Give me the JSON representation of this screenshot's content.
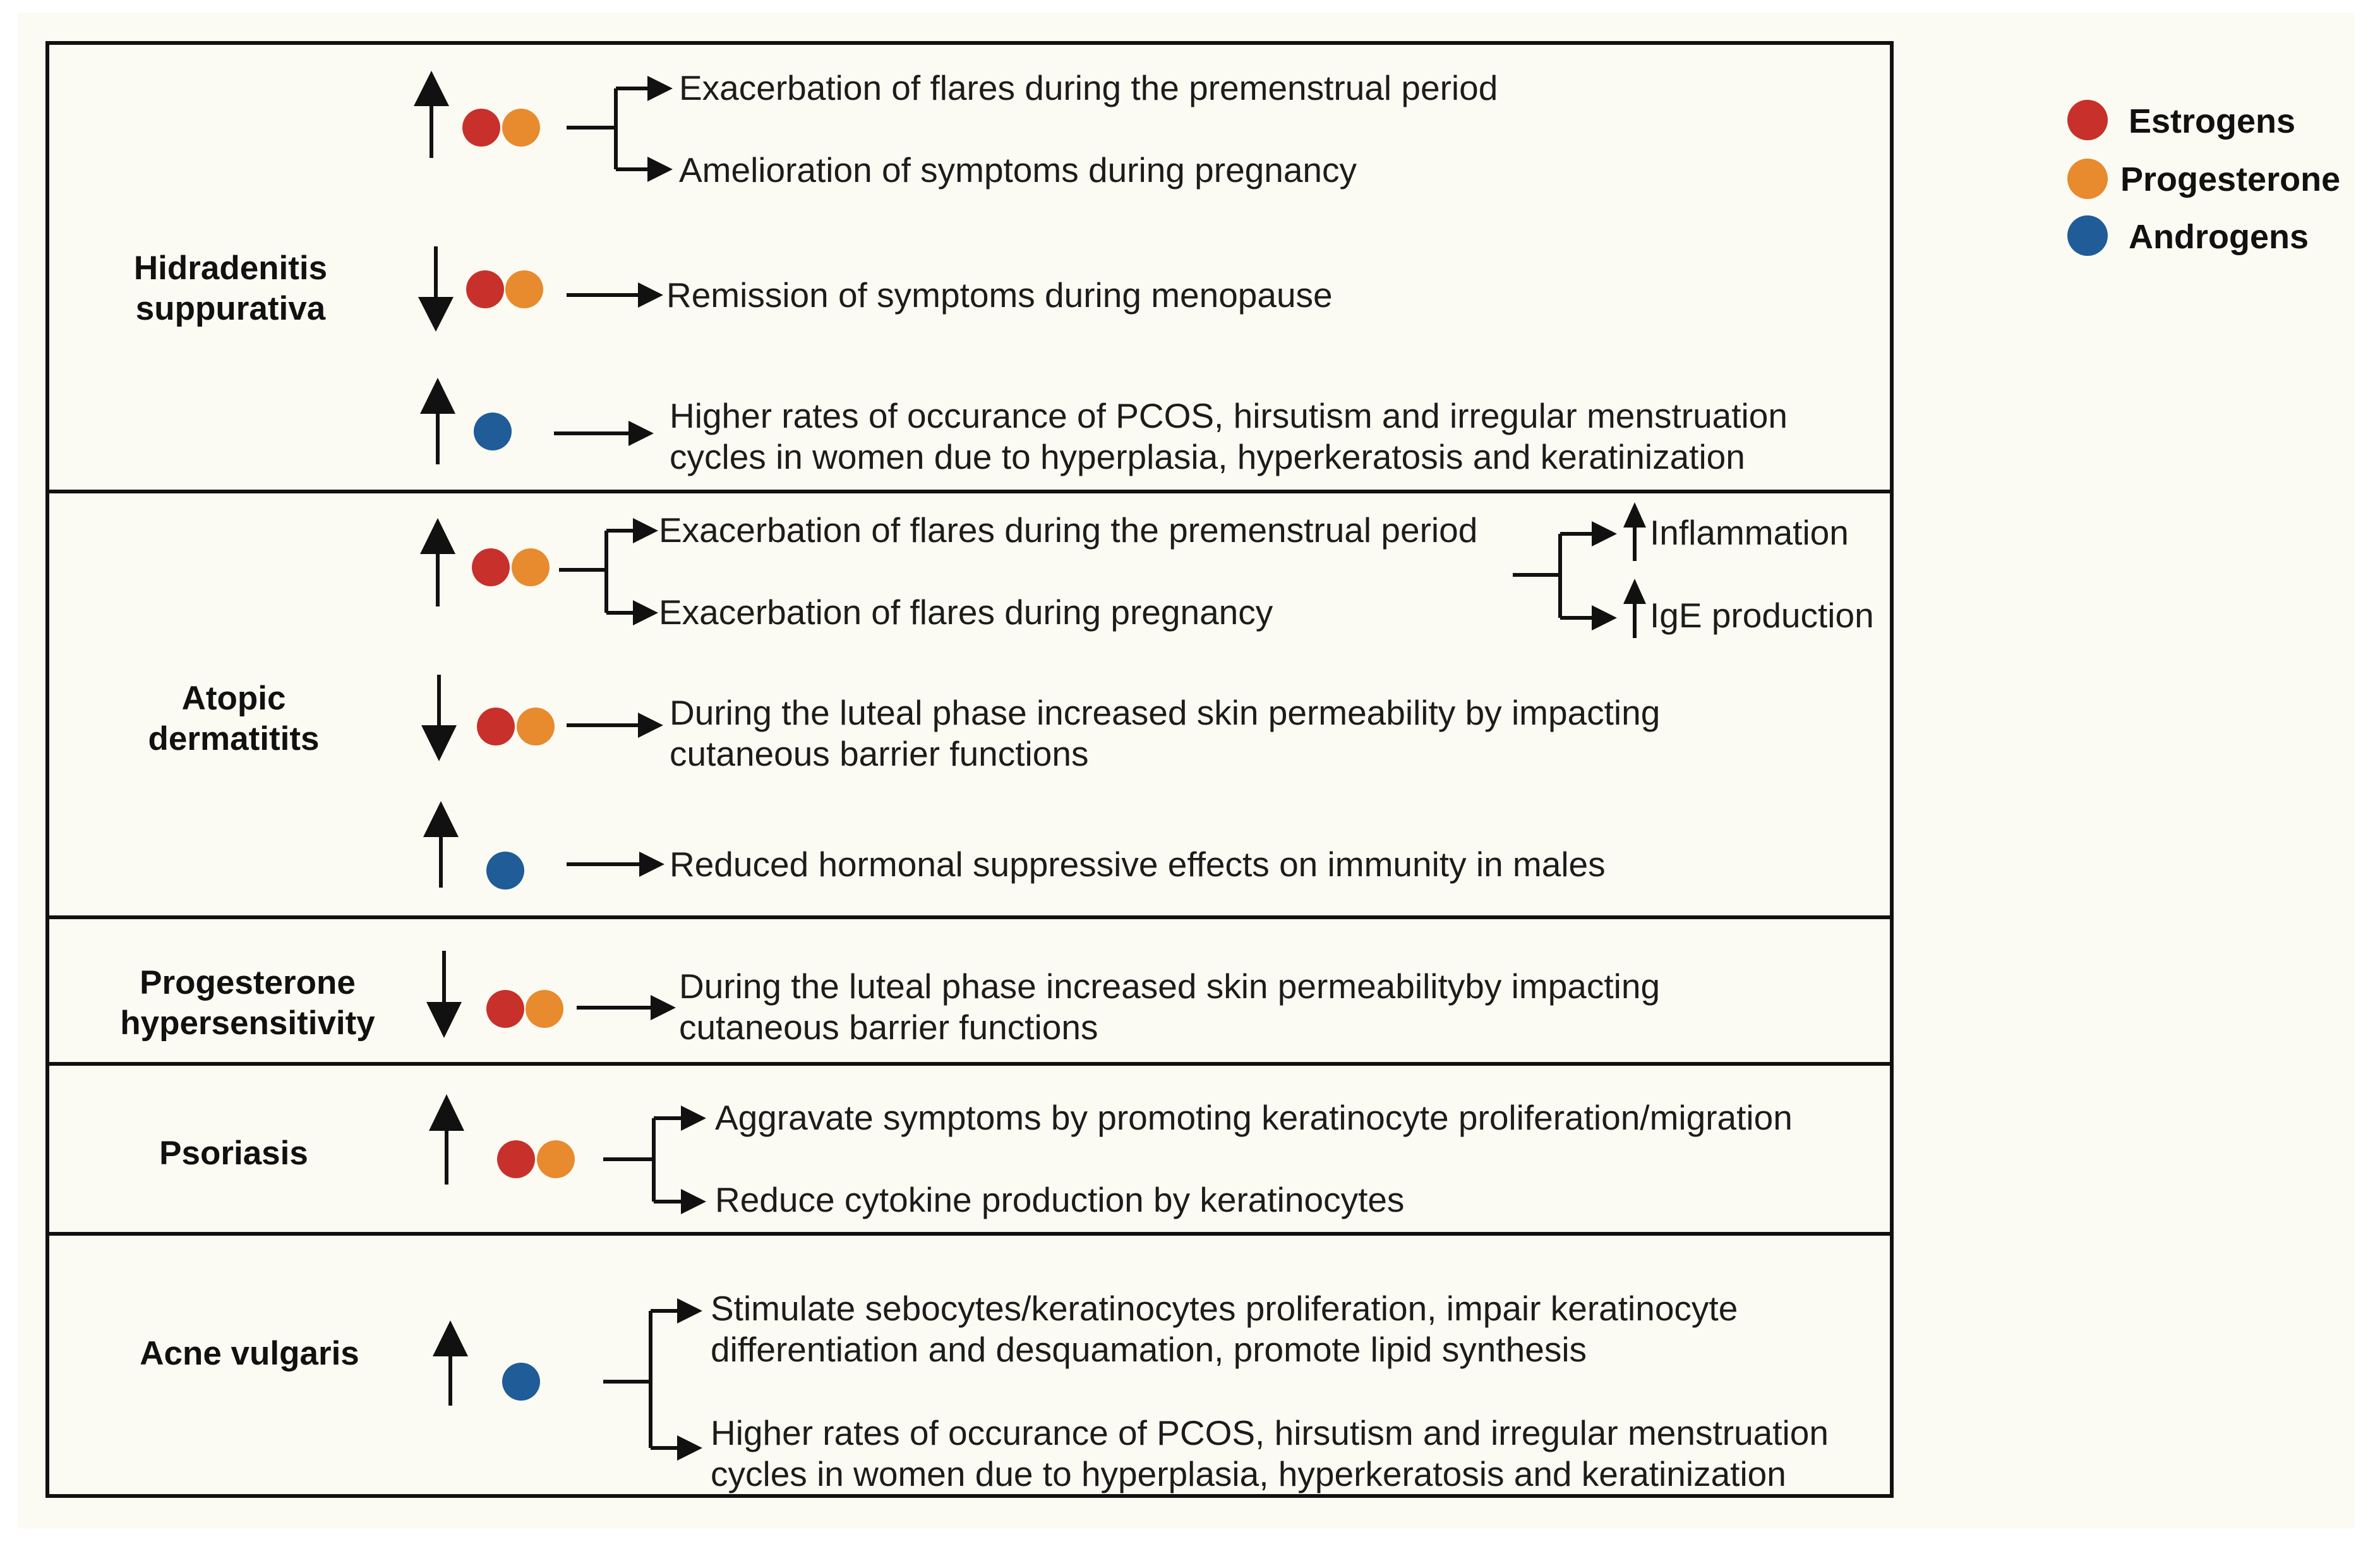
{
  "colors": {
    "estrogens": "#c8302c",
    "progesterone": "#e88a2e",
    "androgens": "#1f5c98",
    "background": "#fcfbf3"
  },
  "legend": [
    {
      "key": "estrogens",
      "label": "Estrogens"
    },
    {
      "key": "progesterone",
      "label": "Progesterone"
    },
    {
      "key": "androgens",
      "label": "Androgens"
    }
  ],
  "rows": [
    {
      "condition": [
        "Hidradenitis",
        "suppurativa"
      ],
      "entries": [
        {
          "direction": "up",
          "hormones": [
            "estrogens",
            "progesterone"
          ],
          "effects": [
            [
              "Exacerbation of flares during the premenstrual period"
            ],
            [
              "Amelioration of symptoms during pregnancy"
            ]
          ]
        },
        {
          "direction": "down",
          "hormones": [
            "estrogens",
            "progesterone"
          ],
          "effects": [
            [
              "Remission of   symptoms during menopause"
            ]
          ]
        },
        {
          "direction": "up",
          "hormones": [
            "androgens"
          ],
          "effects": [
            [
              "Higher rates of occurance of PCOS, hirsutism and irregular menstruation",
              "cycles in women due to hyperplasia, hyperkeratosis and keratinization"
            ]
          ]
        }
      ]
    },
    {
      "condition": [
        "Atopic",
        "dermatitits"
      ],
      "entries": [
        {
          "direction": "up",
          "hormones": [
            "estrogens",
            "progesterone"
          ],
          "effects": [
            [
              "Exacerbation of flares during the premenstrual period"
            ],
            [
              "Exacerbation of flares during pregnancy"
            ]
          ],
          "outcomes": [
            "Inflammation",
            "IgE production"
          ]
        },
        {
          "direction": "down",
          "hormones": [
            "estrogens",
            "progesterone"
          ],
          "effects": [
            [
              "During the luteal phase increased skin permeability by impacting",
              "cutaneous barrier functions"
            ]
          ]
        },
        {
          "direction": "up",
          "hormones": [
            "androgens"
          ],
          "effects": [
            [
              "Reduced hormonal suppressive effects on immunity in males"
            ]
          ]
        }
      ]
    },
    {
      "condition": [
        "Progesterone",
        "hypersensitivity"
      ],
      "entries": [
        {
          "direction": "down",
          "hormones": [
            "estrogens",
            "progesterone"
          ],
          "effects": [
            [
              "During the luteal phase increased skin permeabilityby impacting",
              "cutaneous barrier functions"
            ]
          ]
        }
      ]
    },
    {
      "condition": [
        "Psoriasis"
      ],
      "entries": [
        {
          "direction": "up",
          "hormones": [
            "estrogens",
            "progesterone"
          ],
          "effects": [
            [
              "Aggravate symptoms  by promoting keratinocyte proliferation/migration"
            ],
            [
              "Reduce  cytokine production by keratinocytes"
            ]
          ]
        }
      ]
    },
    {
      "condition": [
        "Acne vulgaris"
      ],
      "entries": [
        {
          "direction": "up",
          "hormones": [
            "androgens"
          ],
          "effects": [
            [
              "Stimulate sebocytes/keratinocytes proliferation, impair keratinocyte",
              "differentiation and desquamation, promote lipid synthesis"
            ],
            [
              "Higher rates of occurance of PCOS, hirsutism and irregular menstruation",
              "cycles in women due to hyperplasia, hyperkeratosis and keratinization"
            ]
          ]
        }
      ]
    }
  ]
}
